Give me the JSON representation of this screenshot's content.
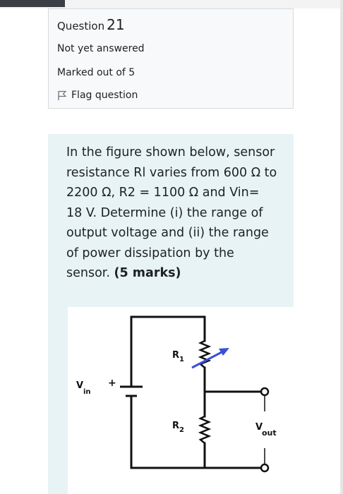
{
  "question": {
    "label": "Question",
    "number": "21",
    "state": "Not yet answered",
    "grade": "Marked out of 5",
    "flag_label": "Flag question"
  },
  "question_text": {
    "body": "In the figure shown below, sensor resistance Rl varies from 600 Ω to 2200 Ω, R2 = 1100 Ω and Vin= 18 V. Determine (i) the range of output voltage and (ii) the range of power dissipation by the sensor.",
    "marks": "(5 marks)"
  },
  "circuit": {
    "vin_main": "V",
    "vin_sub": "in",
    "plus": "+",
    "r1_main": "R",
    "r1_sub": "1",
    "r2_main": "R",
    "r2_sub": "2",
    "vout_main": "V",
    "vout_sub": "out",
    "arrow_color": "#3a4fd8"
  }
}
